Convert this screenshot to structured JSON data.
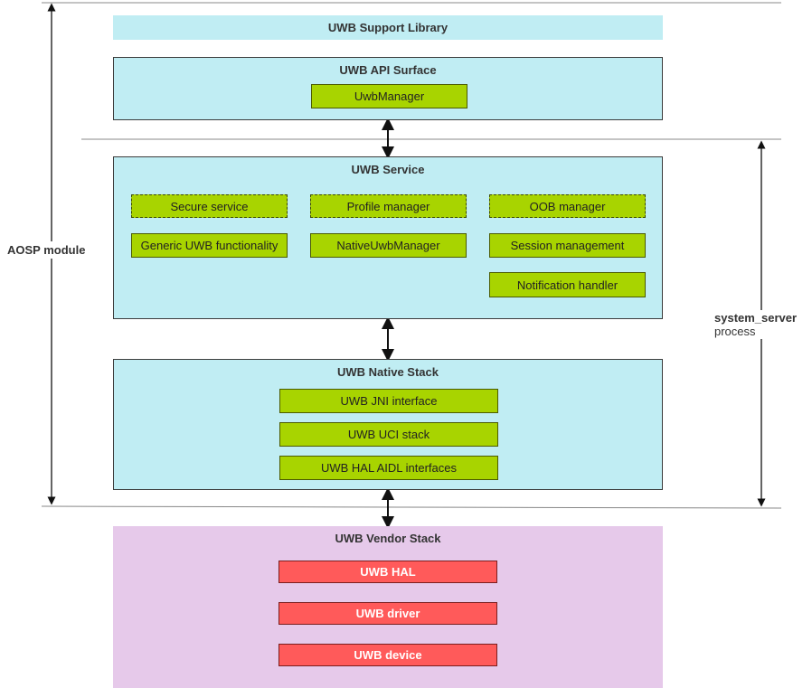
{
  "support_library": {
    "title": "UWB Support Library"
  },
  "api_surface": {
    "title": "UWB API Surface",
    "uwb_manager": "UwbManager"
  },
  "uwb_service": {
    "title": "UWB Service",
    "secure_service": "Secure service",
    "profile_manager": "Profile manager",
    "oob_manager": "OOB manager",
    "generic_functionality": "Generic UWB functionality",
    "native_uwb_manager": "NativeUwbManager",
    "session_management": "Session management",
    "notification_handler": "Notification handler"
  },
  "native_stack": {
    "title": "UWB Native Stack",
    "jni_interface": "UWB JNI interface",
    "uci_stack": "UWB UCI stack",
    "hal_aidl": "UWB HAL AIDL interfaces"
  },
  "vendor_stack": {
    "title": "UWB Vendor Stack",
    "hal": "UWB HAL",
    "driver": "UWB driver",
    "device": "UWB device"
  },
  "labels": {
    "aosp_module": "AOSP module",
    "system_server": "system_server",
    "process": "process"
  },
  "colors": {
    "band_blue": "#c0edf3",
    "component_green": "#a8d400",
    "vendor_purple": "#e6c9ea",
    "vendor_red": "#ff5a5a"
  }
}
